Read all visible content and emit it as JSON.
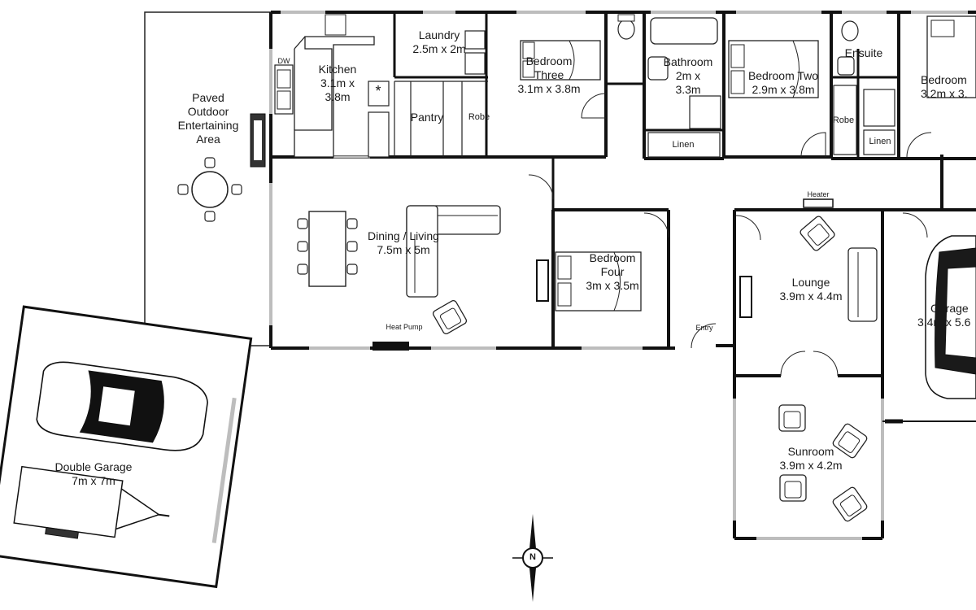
{
  "plan": {
    "rooms": {
      "outdoor": {
        "name_lines": [
          "Paved",
          "Outdoor",
          "Entertaining",
          "Area"
        ]
      },
      "kitchen": {
        "name": "Kitchen",
        "dims_lines": [
          "3.1m x",
          "3.8m"
        ]
      },
      "laundry": {
        "name": "Laundry",
        "dims": "2.5m x 2m"
      },
      "pantry": {
        "name": "Pantry"
      },
      "bedroom_three": {
        "name_lines": [
          "Bedroom",
          "Three"
        ],
        "dims": "3.1m x 3.8m"
      },
      "bathroom": {
        "name": "Bathroom",
        "dims_lines": [
          "2m x",
          "3.3m"
        ]
      },
      "bedroom_two": {
        "name": "Bedroom Two",
        "dims": "2.9m x 3.8m"
      },
      "ensuite": {
        "name": "Ensuite"
      },
      "bedroom_one": {
        "name": "Bedroom",
        "dims": "3.2m x 3."
      },
      "dining_living": {
        "name": "Dining / Living",
        "dims": "7.5m x 5m"
      },
      "bedroom_four": {
        "name_lines": [
          "Bedroom",
          "Four"
        ],
        "dims": "3m x 3.5m"
      },
      "lounge": {
        "name": "Lounge",
        "dims": "3.9m x 4.4m"
      },
      "garage": {
        "name": "Garage",
        "dims": "3.4m x 5.6"
      },
      "sunroom": {
        "name": "Sunroom",
        "dims": "3.9m x 4.2m"
      },
      "double_garage": {
        "name": "Double Garage",
        "dims": "7m x 7m"
      }
    },
    "fixtures": {
      "dw": "DW",
      "robe_a": "Robe",
      "robe_b": "Robe",
      "linen_a": "Linen",
      "linen_b": "Linen",
      "heat_pump": "Heat Pump",
      "heater": "Heater",
      "entry": "Entry",
      "cooktop": "*"
    },
    "compass": {
      "label": "N",
      "icon": "north-arrow-icon"
    },
    "colors": {
      "wall": "#111111",
      "line": "#222222",
      "window": "#bdbdbd",
      "fill": "#ffffff"
    }
  }
}
